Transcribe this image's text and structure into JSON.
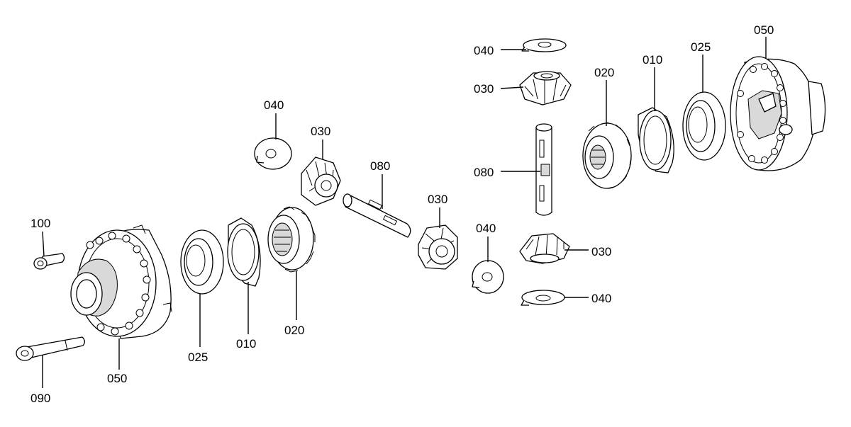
{
  "callouts": {
    "c100": "100",
    "c090": "090",
    "c050_left": "050",
    "c025_left": "025",
    "c010_left": "010",
    "c020_left": "020",
    "c040_left": "040",
    "c030_left": "030",
    "c080_left": "080",
    "c030_mid": "030",
    "c040_mid": "040",
    "c040_top": "040",
    "c030_top": "030",
    "c080_right": "080",
    "c030_right_low": "030",
    "c040_right_low": "040",
    "c020_right": "020",
    "c010_right": "010",
    "c025_right": "025",
    "c050_right": "050"
  }
}
